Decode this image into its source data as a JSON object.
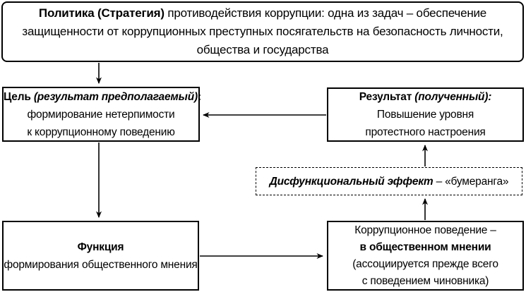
{
  "diagram": {
    "top_box": {
      "bold": "Политика (Стратегия)",
      "rest": " противодействия коррупции: одна из задач – обеспечение защищенности от коррупционных преступных посягательств на безопасность личности, общества и государства"
    },
    "goal_box": {
      "title_bold": "Цель ",
      "title_bold_italic": "(результат предполагаемый)",
      "title_colon": ":",
      "line2": "формирование нетерпимости",
      "line3": "к коррупционному поведению"
    },
    "result_box": {
      "title_bold": "Результат ",
      "title_bold_italic": "(полученный):",
      "line2": "Повышение уровня",
      "line3": "протестного настроения"
    },
    "dysfunction_box": {
      "bold_italic": "Дисфункциональный эффект",
      "rest": " – «бумеранга»"
    },
    "function_box": {
      "title_bold": "Функция",
      "line2": "формирования общественного мнения"
    },
    "behavior_box": {
      "line1": "Коррупционное поведение –",
      "line2_bold": "в общественном мнении",
      "line3": "(ассоциируется прежде всего",
      "line4": "с поведением чиновника)"
    }
  },
  "colors": {
    "border": "#000000",
    "background": "#ffffff",
    "text": "#000000"
  }
}
